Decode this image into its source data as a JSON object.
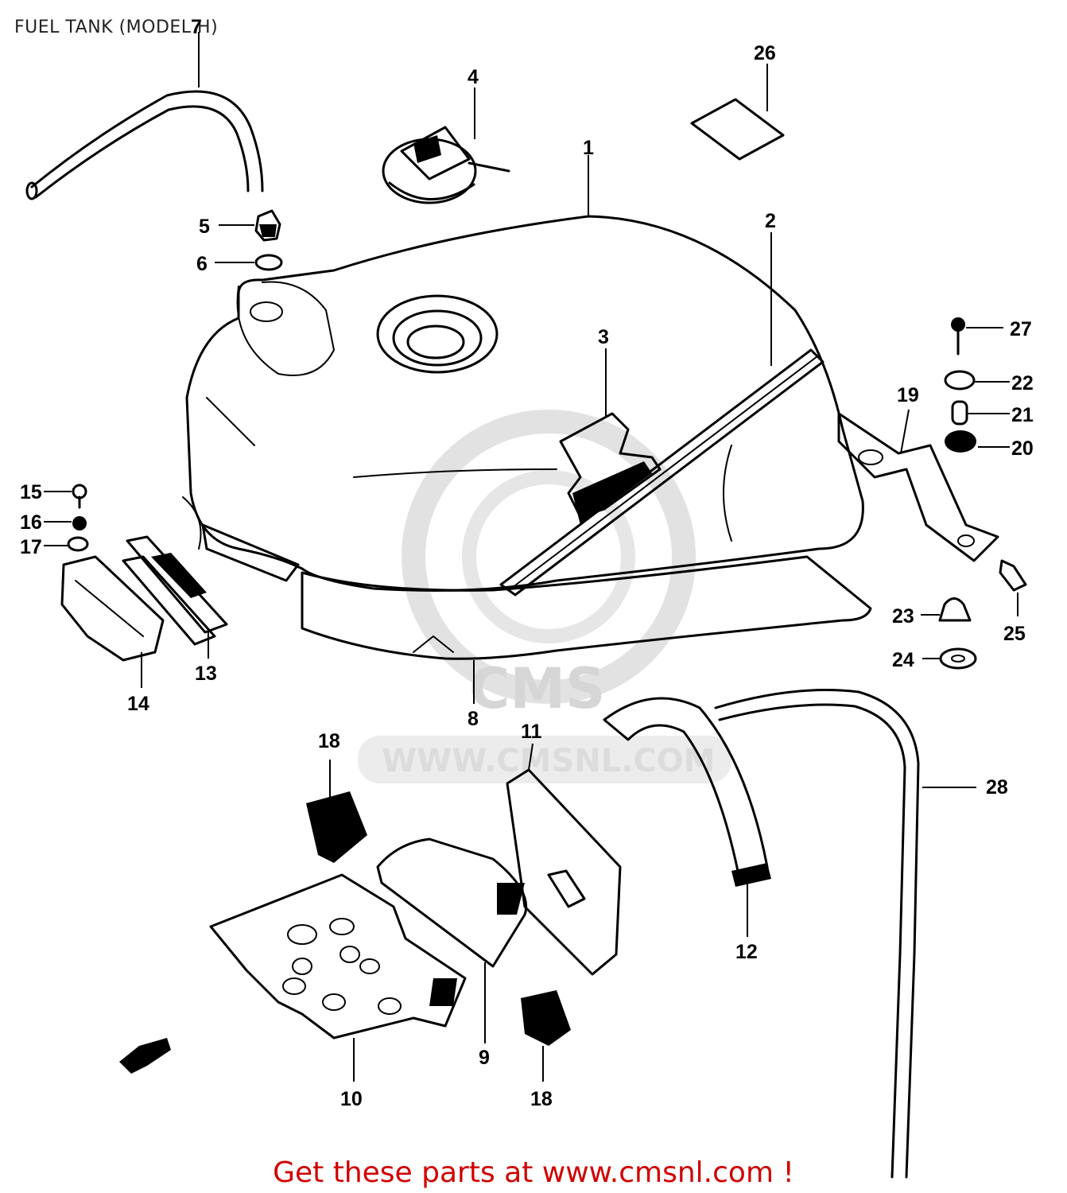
{
  "header": {
    "title": "FUEL TANK (MODEL H)"
  },
  "footer": {
    "promo_text": "Get these parts at www.cmsnl.com !"
  },
  "watermark": {
    "text": "WWW.CMSNL.COM",
    "logo": "CMS"
  },
  "callouts": [
    "1",
    "2",
    "3",
    "4",
    "5",
    "6",
    "7",
    "8",
    "9",
    "10",
    "11",
    "12",
    "13",
    "14",
    "15",
    "16",
    "17",
    "18",
    "18",
    "19",
    "20",
    "21",
    "22",
    "23",
    "24",
    "25",
    "26",
    "27",
    "28"
  ]
}
